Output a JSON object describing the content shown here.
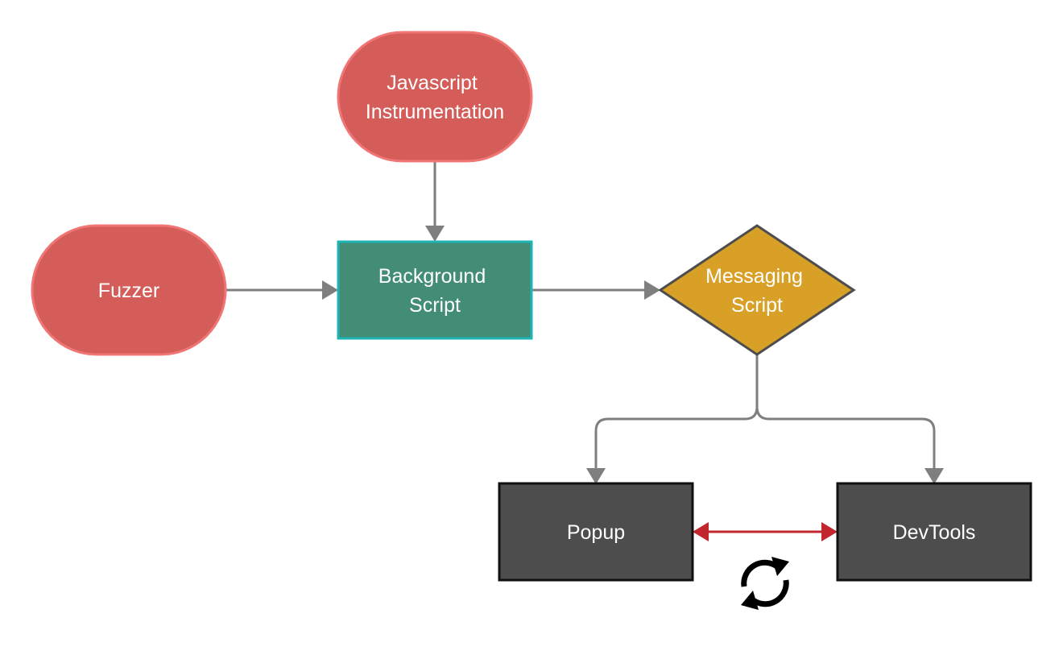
{
  "nodes": {
    "js_instrumentation": {
      "line1": "Javascript",
      "line2": "Instrumentation",
      "fill": "#d45d5a",
      "stroke": "#f07574"
    },
    "fuzzer": {
      "label": "Fuzzer",
      "fill": "#d45d5a",
      "stroke": "#f07574"
    },
    "background_script": {
      "line1": "Background",
      "line2": "Script",
      "fill": "#438c78",
      "stroke": "#1eb4b4"
    },
    "messaging_script": {
      "line1": "Messaging",
      "line2": "Script",
      "fill": "#d8a027",
      "stroke": "#4d4d4d"
    },
    "popup": {
      "label": "Popup",
      "fill": "#4d4d4d",
      "stroke": "#111111"
    },
    "devtools": {
      "label": "DevTools",
      "fill": "#4d4d4d",
      "stroke": "#111111"
    }
  },
  "edges": [
    {
      "from": "Javascript Instrumentation",
      "to": "Background Script",
      "color": "#7f7f7f"
    },
    {
      "from": "Fuzzer",
      "to": "Background Script",
      "color": "#7f7f7f"
    },
    {
      "from": "Background Script",
      "to": "Messaging Script",
      "color": "#7f7f7f"
    },
    {
      "from": "Messaging Script",
      "to": "Popup",
      "color": "#7f7f7f"
    },
    {
      "from": "Messaging Script",
      "to": "DevTools",
      "color": "#7f7f7f"
    },
    {
      "from": "Popup",
      "to": "DevTools",
      "bidirectional": true,
      "color": "#c1272d"
    }
  ],
  "icons": {
    "sync": "sync-icon"
  }
}
